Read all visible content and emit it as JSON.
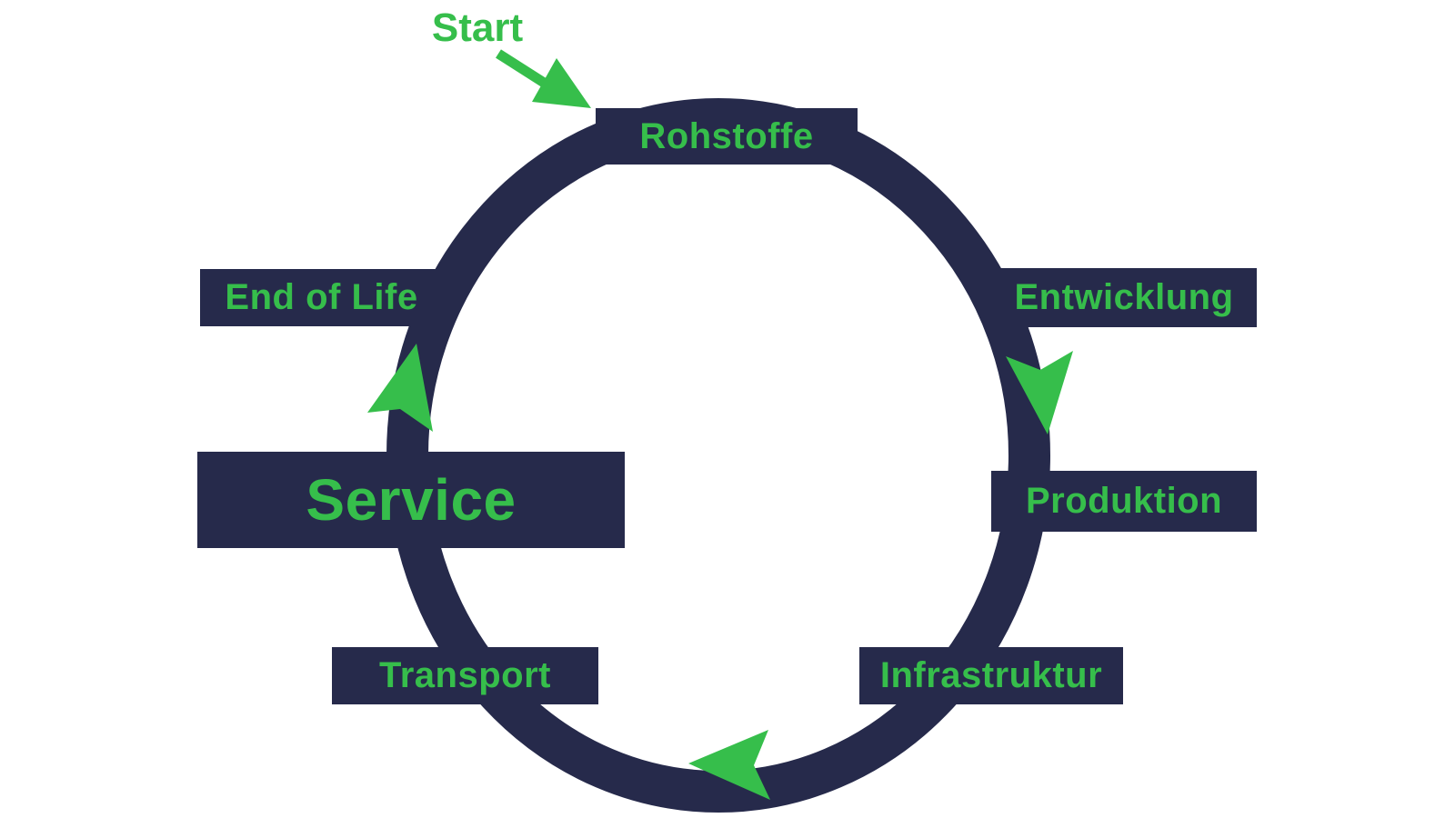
{
  "colors": {
    "ring": "#262a4b",
    "accent": "#36be4b",
    "background": "#ffffff"
  },
  "start": {
    "label": "Start"
  },
  "stages": [
    {
      "name": "rohstoffe",
      "label": "Rohstoffe"
    },
    {
      "name": "entwicklung",
      "label": "Entwicklung"
    },
    {
      "name": "produktion",
      "label": "Produktion"
    },
    {
      "name": "infrastruktur",
      "label": "Infrastruktur"
    },
    {
      "name": "transport",
      "label": "Transport"
    },
    {
      "name": "service",
      "label": "Service"
    },
    {
      "name": "end_of_life",
      "label": "End of Life"
    }
  ],
  "flow": {
    "direction": "clockwise",
    "entry_point": "rohstoffe",
    "arrow_icons": [
      "start-arrow",
      "arrow-down-right-side",
      "arrow-left-bottom",
      "arrow-up-left-side"
    ]
  }
}
